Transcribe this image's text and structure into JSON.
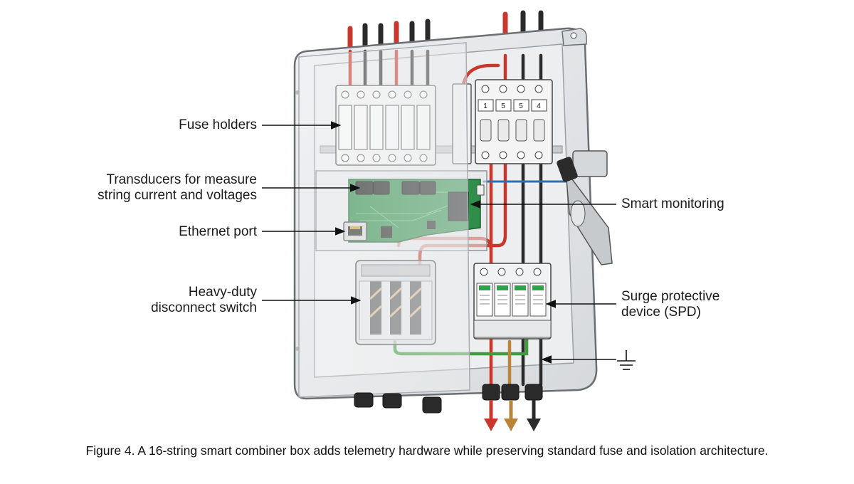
{
  "labels": {
    "fuse_holders": "Fuse holders",
    "transducers_line1": "Transducers for measure",
    "transducers_line2": "string current and voltages",
    "ethernet_port": "Ethernet port",
    "switch_line1": "Heavy-duty",
    "switch_line2": "disconnect switch",
    "smart_monitoring": "Smart monitoring",
    "spd_line1": "Surge protective",
    "spd_line2": "device (SPD)"
  },
  "fuse_numbers": [
    "1",
    "5",
    "5",
    "4"
  ],
  "caption": "Figure 4. A 16-string smart combiner box adds telemetry hardware while preserving standard fuse and isolation architecture.",
  "colors": {
    "enclosure": "#e4e6e8",
    "enclosure_edge": "#6b6f73",
    "pcb": "#2f8f4a",
    "wire_red": "#c7372b",
    "wire_black": "#2a2a2a",
    "wire_green": "#3f9c3f",
    "wire_brown": "#b8853a",
    "spd_green": "#2fa34a"
  },
  "icons": [
    "ground-symbol-icon",
    "arrow-down-icon"
  ]
}
